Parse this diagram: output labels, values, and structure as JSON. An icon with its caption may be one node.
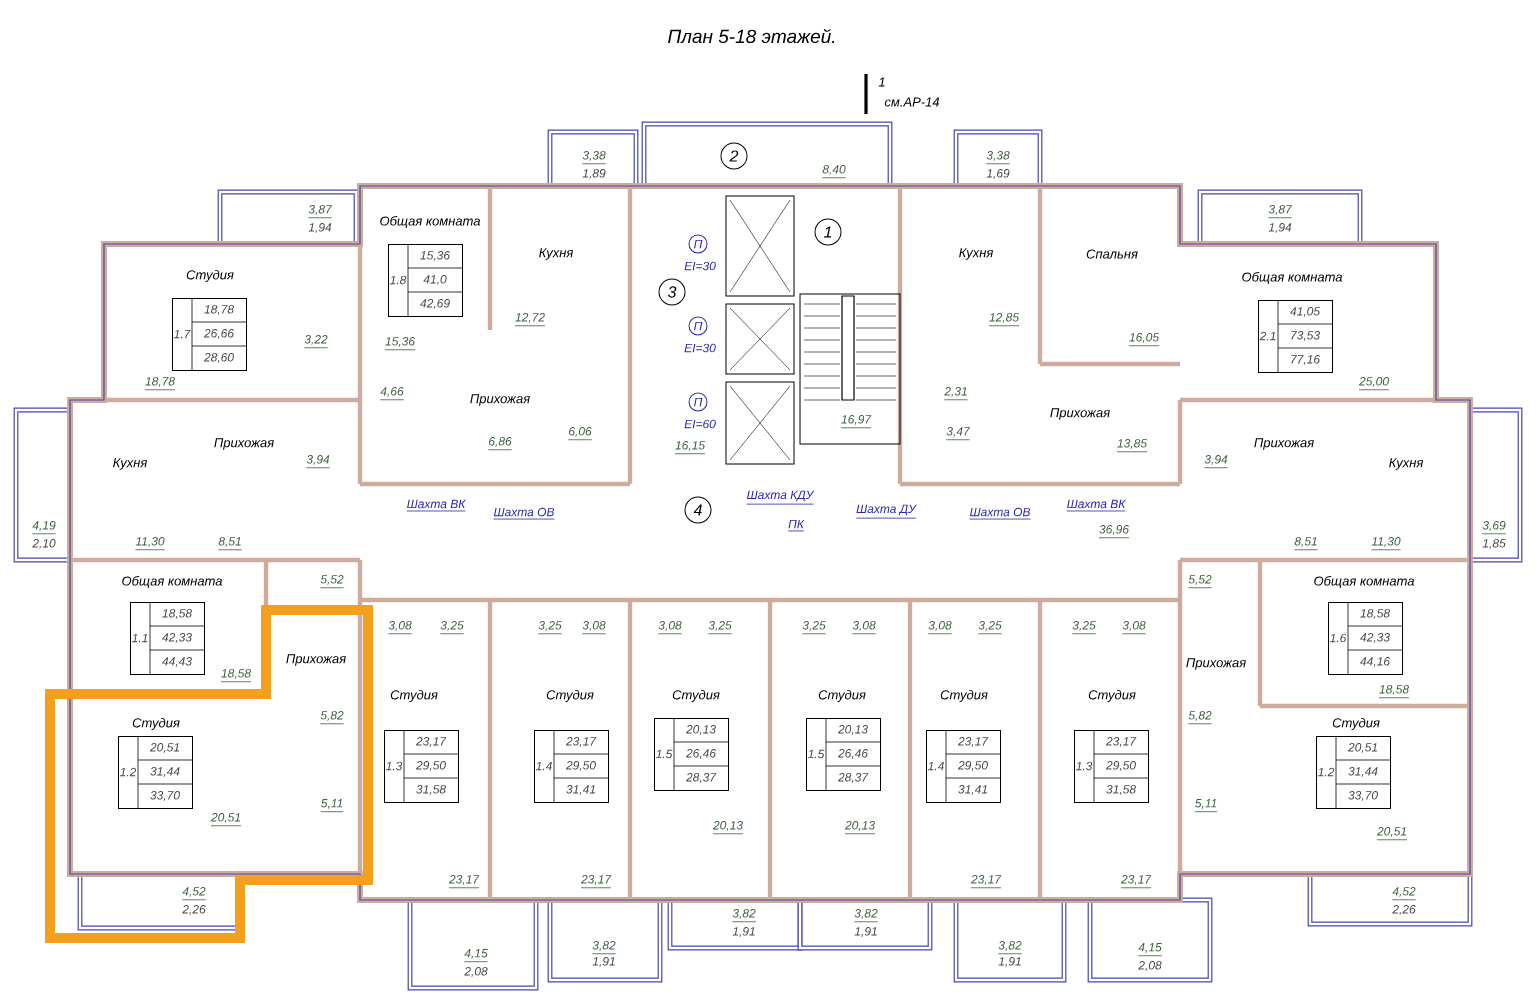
{
  "diagram": {
    "title": "План 5-18 этажей.",
    "nodes": [
      {
        "text": [
          "2"
        ]
      },
      {
        "text": [
          "1"
        ]
      },
      {
        "text": [
          "П"
        ],
        "beside": [
          "EI=30"
        ]
      },
      {
        "text": [
          "3"
        ]
      },
      {
        "text": [
          "П"
        ],
        "beside": [
          "EI=30"
        ]
      },
      {
        "text": [
          "П"
        ],
        "beside": [
          "EI=60"
        ]
      },
      {
        "text": [
          "4"
        ]
      },
      {
        "text": [
          "1.8",
          "15,36",
          "41,0",
          "42,69"
        ]
      },
      {
        "text": [
          "1.7",
          "18,78",
          "26,66",
          "28,60"
        ]
      },
      {
        "text": [
          "2.1",
          "41,05",
          "73,53",
          "77,16"
        ]
      },
      {
        "text": [
          "1.1",
          "18,58",
          "42,33",
          "44,43"
        ]
      },
      {
        "text": [
          "1.6",
          "18,58",
          "42,33",
          "44,16"
        ]
      },
      {
        "text": [
          "1.5",
          "20,13",
          "26,46",
          "28,37"
        ]
      },
      {
        "text": [
          "1.5",
          "20,13",
          "26,46",
          "28,37"
        ]
      },
      {
        "text": [
          "1.2",
          "20,51",
          "31,44",
          "33,70"
        ]
      },
      {
        "text": [
          "1.3",
          "23,17",
          "29,50",
          "31,58"
        ]
      },
      {
        "text": [
          "1.4",
          "23,17",
          "29,50",
          "31,41"
        ]
      },
      {
        "text": [
          "1.4",
          "23,17",
          "29,50",
          "31,41"
        ]
      },
      {
        "text": [
          "1.3",
          "23,17",
          "29,50",
          "31,58"
        ]
      },
      {
        "text": [
          "1.2",
          "20,51",
          "31,44",
          "33,70"
        ]
      }
    ],
    "labels": [
      "1",
      "см.АР-14",
      "3,38",
      "1,89",
      "8,40",
      "3,38",
      "1,69",
      "3,87",
      "1,94",
      "Общая комната",
      "3,87",
      "1,94",
      "Студия",
      "Кухня",
      "Кухня",
      "Спальня",
      "Общая комната",
      "3,22",
      "15,36",
      "12,72",
      "12,85",
      "16,05",
      "18,78",
      "4,66",
      "Прихожая",
      "16,97",
      "2,31",
      "Прихожая",
      "25,00",
      "Кухня",
      "Прихожая",
      "3,94",
      "6,86",
      "6,06",
      "16,15",
      "3,47",
      "13,85",
      "3,94",
      "Прихожая",
      "Кухня",
      "Шахта ВК",
      "Шахта ОВ",
      "Шахта КДУ",
      "Шахта ДУ",
      "Шахта ОВ",
      "Шахта ВК",
      "4,19",
      "ПК",
      "36,96",
      "3,69",
      "2,10",
      "11,30",
      "8,51",
      "8,51",
      "11,30",
      "1,85",
      "Общая комната",
      "5,52",
      "5,52",
      "Общая комната",
      "3,08",
      "3,25",
      "3,25",
      "3,08",
      "3,08",
      "3,25",
      "3,25",
      "3,08",
      "3,08",
      "3,25",
      "3,25",
      "3,08",
      "18,58",
      "Прихожая",
      "Прихожая",
      "Студия",
      "Студия",
      "Студия",
      "Студия",
      "Студия",
      "Студия",
      "18,58",
      "Студия",
      "5,82",
      "5,82",
      "Студия",
      "20,51",
      "5,11",
      "20,13",
      "20,13",
      "5,11",
      "20,51",
      "23,17",
      "23,17",
      "23,17",
      "23,17",
      "4,52",
      "4,52",
      "2,26",
      "3,82",
      "3,82",
      "2,26",
      "1,91",
      "1,91",
      "4,15",
      "3,82",
      "3,82",
      "4,15",
      "2,08",
      "1,91",
      "1,91",
      "2,08"
    ]
  }
}
